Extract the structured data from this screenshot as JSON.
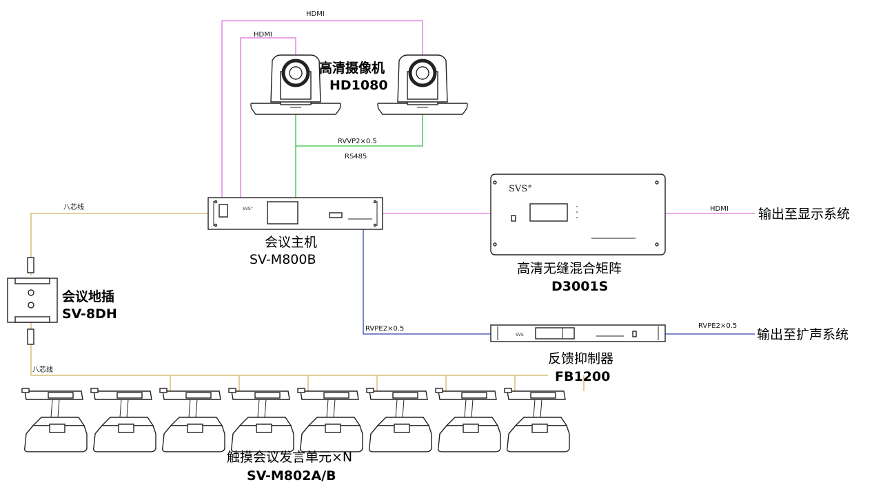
{
  "colors": {
    "hdmi": "#e070e0",
    "rs485": "#30c040",
    "eight_core": "#d4b060",
    "audio": "#3040b0",
    "device": "#222222"
  },
  "wire_labels": {
    "hdmi_top": "HDMI",
    "hdmi_inner": "HDMI",
    "rvvp": "RVVP2×0.5",
    "rs485": "RS485",
    "eight_core_top": "八芯线",
    "eight_core_bottom": "八芯线",
    "hdmi_display": "HDMI",
    "rvpe_host": "RVPE2×0.5",
    "rvpe_out": "RVPE2×0.5"
  },
  "devices": {
    "camera": {
      "name": "高清摄像机",
      "model": "HD1080",
      "icon": "ptz-camera-icon",
      "count": 2
    },
    "host": {
      "name": "会议主机",
      "model": "SV-M800B",
      "icon": "rack-unit-icon",
      "brand": "SVS°"
    },
    "matrix": {
      "name": "高清无缝混合矩阵",
      "model": "D3001S",
      "icon": "matrix-chassis-icon",
      "brand": "SVS°"
    },
    "floor": {
      "name": "会议地插",
      "model": "SV-8DH",
      "icon": "floor-socket-icon"
    },
    "feedback": {
      "name": "反馈抑制器",
      "model": "FB1200",
      "icon": "rack-unit-icon",
      "brand": "SVS"
    },
    "units": {
      "name": "触摸会议发言单元×N",
      "model": "SV-M802A/B",
      "icon": "conference-unit-icon",
      "count": 8
    }
  },
  "outputs": {
    "display": "输出至显示系统",
    "speaker": "输出至扩声系统"
  }
}
